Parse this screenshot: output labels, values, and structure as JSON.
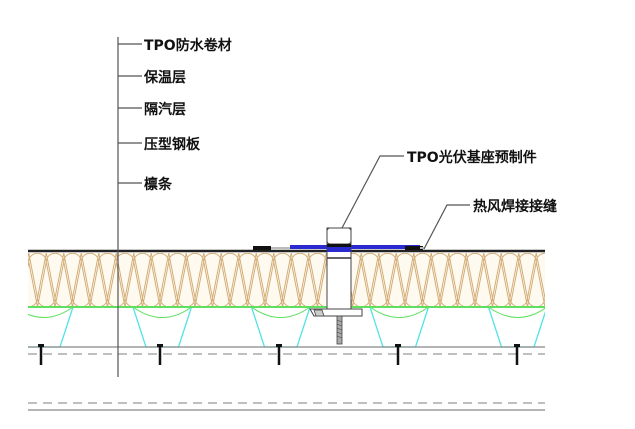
{
  "labels": {
    "membrane": "TPO防水卷材",
    "insulation": "保温层",
    "vapour_barrier": "隔汽层",
    "steel_deck": "压型钢板",
    "purlin": "檩条",
    "pv_base": "TPO光伏基座预制件",
    "hot_air_weld": "热风焊接接缝"
  },
  "colors": {
    "insulation_stroke": "#d2ad78",
    "insulation_fill": "#fffaf0",
    "vapour_barrier": "#5ee05e",
    "steel_deck": "#4fe3e8",
    "plate": "#2a2ad0",
    "line": "#222222"
  }
}
